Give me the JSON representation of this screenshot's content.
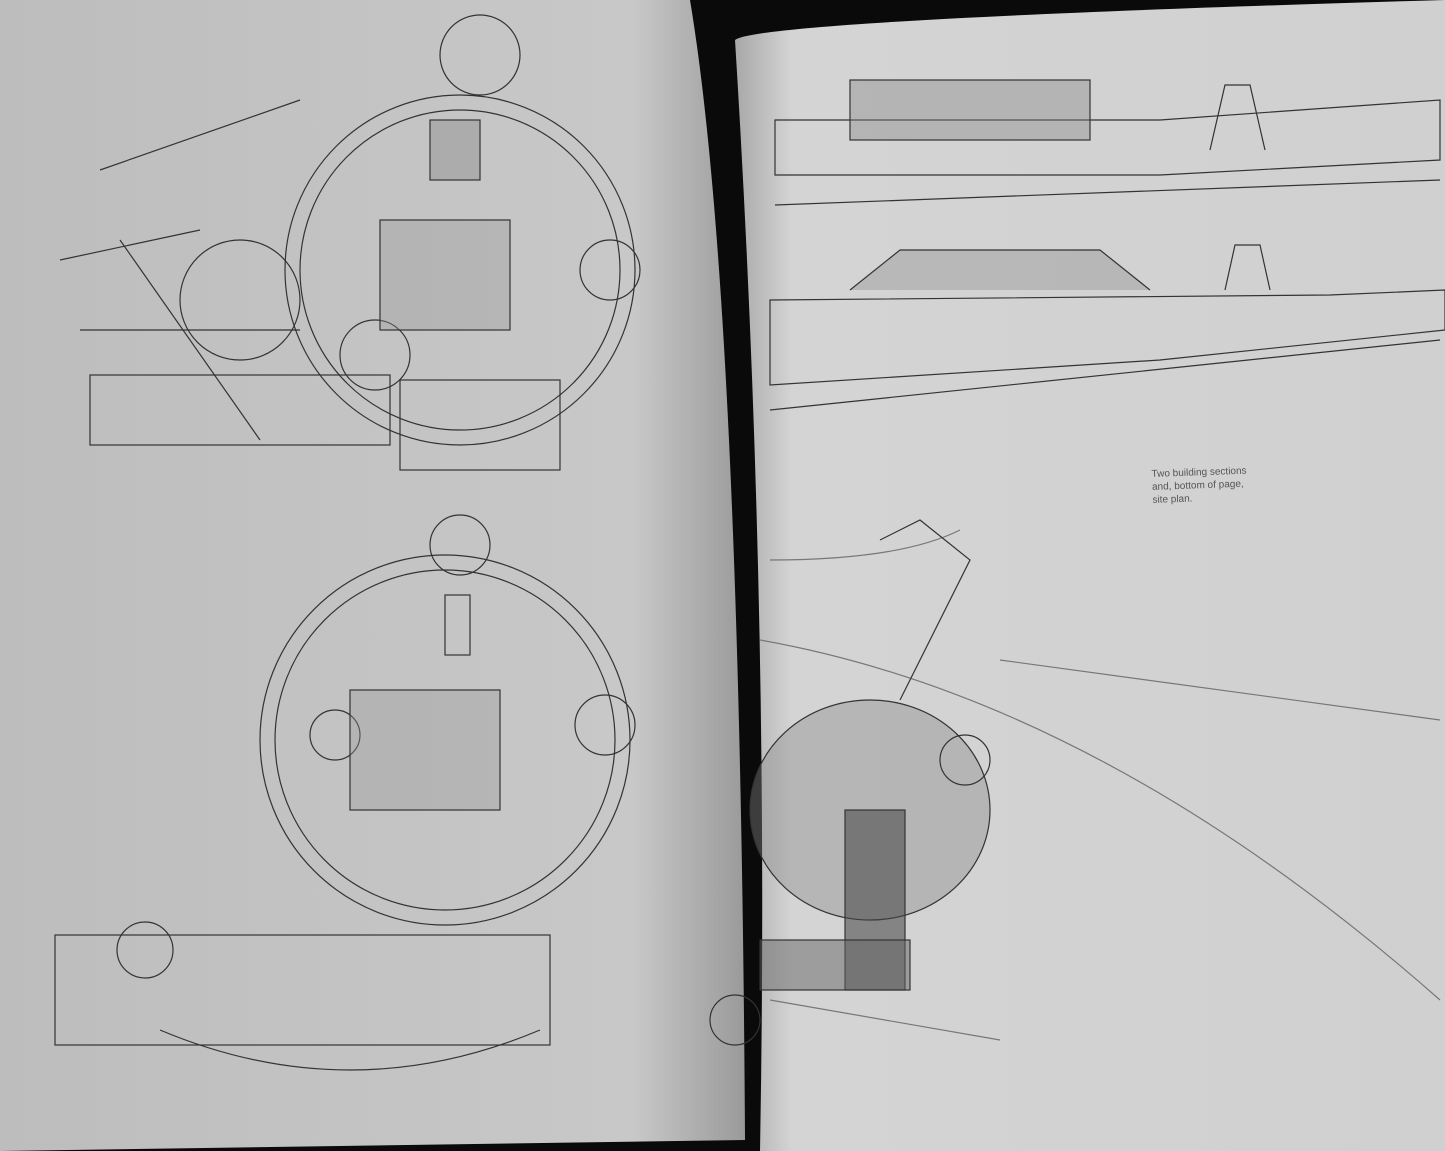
{
  "book": {
    "right_page": {
      "caption": [
        "Two building sections",
        "and, bottom of page,",
        "site plan."
      ]
    }
  },
  "colors": {
    "background": "#0a0a0a",
    "paper": "#c9c9c9",
    "ink": "#2a2a2a"
  }
}
